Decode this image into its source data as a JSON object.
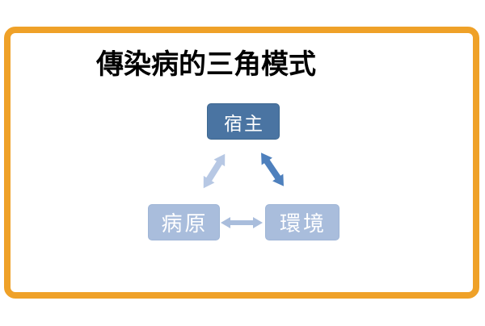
{
  "slide": {
    "title": "傳染病的三角模式"
  },
  "diagram": {
    "type": "cycle",
    "nodes": [
      {
        "id": "host",
        "label": "宿主"
      },
      {
        "id": "pathogen",
        "label": "病原"
      },
      {
        "id": "environment",
        "label": "環境"
      }
    ],
    "connectors": [
      {
        "name": "host-pathogen",
        "type": "double-arrow",
        "shade": "light"
      },
      {
        "name": "host-environment",
        "type": "double-arrow",
        "shade": "medium"
      },
      {
        "name": "pathogen-environment",
        "type": "double-arrow",
        "shade": "pale"
      }
    ]
  },
  "colors": {
    "frame_border": "#EFA128",
    "title_text": "#000000",
    "node_host_fill": "#4A74A2",
    "node_host_border": "#3E6890",
    "node_light_fill": "#A9BDDC",
    "node_light_border": "#9FB5D6",
    "node_text": "#FFFFFF",
    "arrow_light": "#B7C8E4",
    "arrow_medium": "#4E80BD",
    "arrow_pale": "#A9BDDC"
  }
}
